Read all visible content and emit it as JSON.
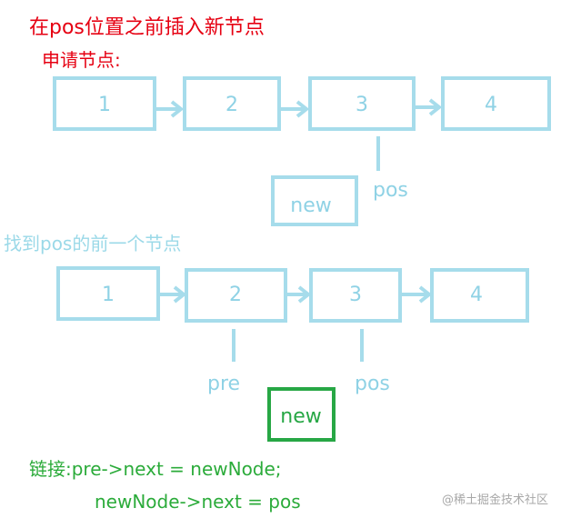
{
  "title": "在pos位置之前插入新节点",
  "step1": {
    "label": "申请节点:",
    "nodes": [
      "1",
      "2",
      "3",
      "4"
    ],
    "new_label": "new",
    "pos_label": "pos"
  },
  "step2": {
    "label": "找到pos的前一个节点",
    "nodes": [
      "1",
      "2",
      "3",
      "4"
    ],
    "pre_label": "pre",
    "pos_label": "pos",
    "new_label": "new"
  },
  "link": {
    "line1": "链接:pre->next = newNode;",
    "line2": "newNode->next = pos"
  },
  "watermark": "@稀土掘金技术社区",
  "colors": {
    "title": "#e60012",
    "node": "#a6dceb",
    "new_highlight": "#27a745",
    "link_text": "#2bab3a"
  }
}
